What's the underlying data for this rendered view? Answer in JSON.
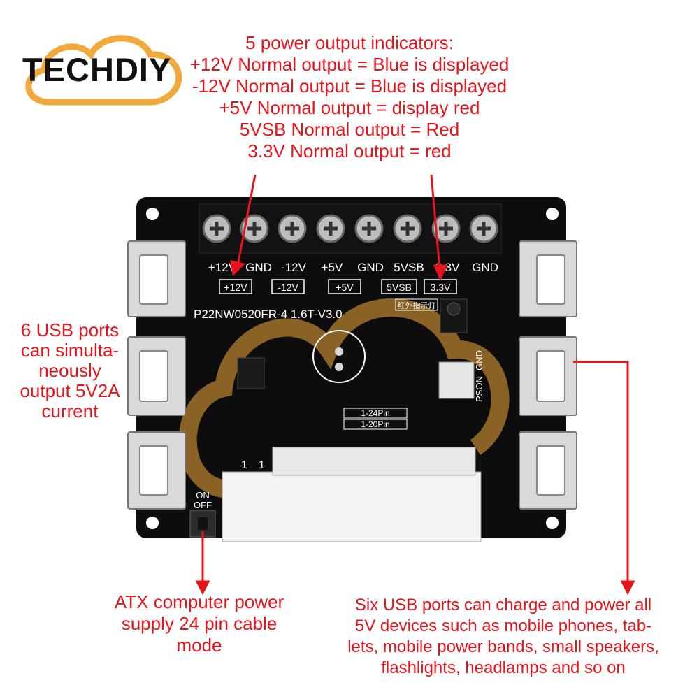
{
  "brand": {
    "name": "TECHDIY",
    "accent": "#f2a93b"
  },
  "colors": {
    "annotation": "#e8141b",
    "board": "#0d0d0d",
    "silk": "#ffffff"
  },
  "annotations": {
    "top": [
      "5 power output indicators:",
      "+12V Normal output = Blue is displayed",
      "-12V Normal output = Blue is displayed",
      "+5V Normal output = display red",
      "5VSB Normal output = Red",
      "3.3V Normal output = red"
    ],
    "left": [
      "6 USB ports",
      "can simulta-",
      "neously",
      "output 5V2A",
      "current"
    ],
    "bottom_left": [
      "ATX computer power",
      "supply 24 pin cable",
      "mode"
    ],
    "bottom_right": [
      "Six USB ports can charge and power all",
      "5V devices such as mobile phones, tab-",
      "lets, mobile power bands, small speakers,",
      "flashlights, headlamps and so on"
    ]
  },
  "board": {
    "terminal_labels": [
      "+12V",
      "GND",
      "-12V",
      "+5V",
      "GND",
      "5VSB",
      "3.3V",
      "GND"
    ],
    "led_labels": [
      "+12V",
      "-12V",
      "+5V",
      "5VSB",
      "3.3V"
    ],
    "model": "P22NW0520FR-4 1.6T-V3.0",
    "ir_label": "红外指示灯",
    "pin_labels": [
      "1-24Pin",
      "1-20Pin"
    ],
    "pson_labels": [
      "PSON",
      "GND"
    ],
    "switch_labels": [
      "ON",
      "OFF"
    ],
    "connector_marks": [
      "1",
      "1"
    ]
  }
}
